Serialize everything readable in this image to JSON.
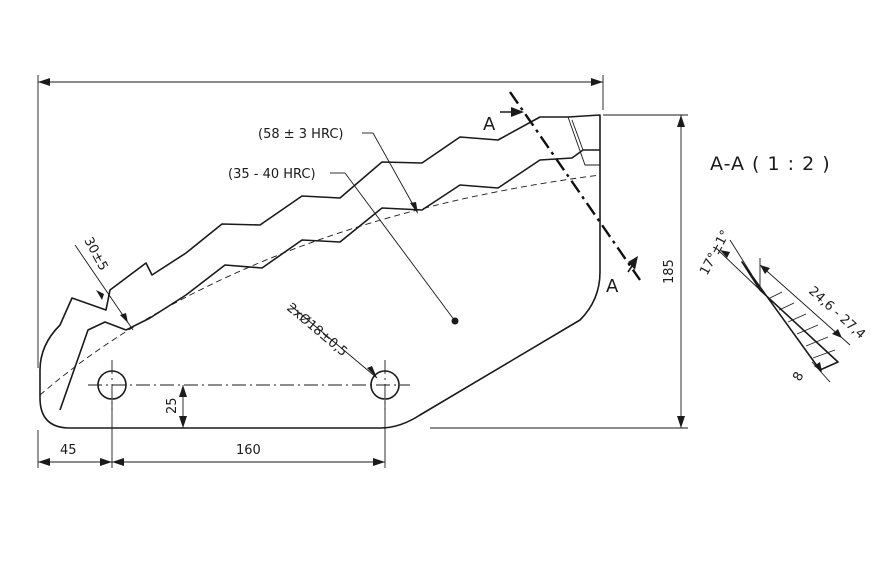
{
  "dimensions": {
    "offset_left": "45",
    "hole_spacing": "160",
    "hole_height": "25",
    "overall_height": "185",
    "hole_diameter": "2xØ18±0,5",
    "bevel_angle": "30±5"
  },
  "hardness": {
    "edge": "(58 ± 3 HRC)",
    "body": "(35 - 40 HRC)"
  },
  "section": {
    "marker": "A",
    "title": "A-A ( 1 : 2 )",
    "angle": "17°±1°",
    "thickness_range": "24,6 - 27,4",
    "thickness": "8"
  },
  "colors": {
    "line": "#1a1a1a",
    "background": "#ffffff"
  }
}
